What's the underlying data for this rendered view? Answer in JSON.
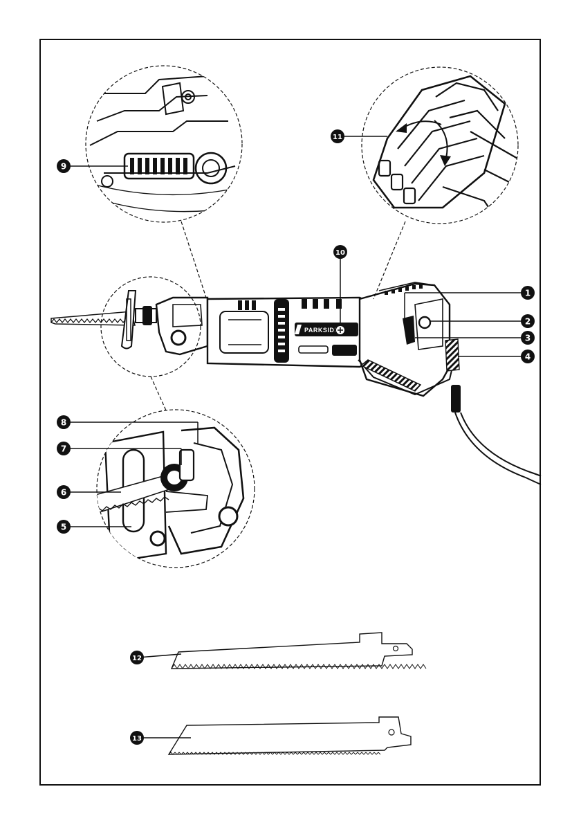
{
  "brand": "PARKSIDE",
  "callouts": [
    {
      "id": "1",
      "text": "1"
    },
    {
      "id": "2",
      "text": "2"
    },
    {
      "id": "3",
      "text": "3"
    },
    {
      "id": "4",
      "text": "4"
    },
    {
      "id": "5",
      "text": "5"
    },
    {
      "id": "6",
      "text": "6"
    },
    {
      "id": "7",
      "text": "7"
    },
    {
      "id": "8",
      "text": "8"
    },
    {
      "id": "9",
      "text": "9"
    },
    {
      "id": "10",
      "text": "10"
    },
    {
      "id": "11",
      "text": "11"
    },
    {
      "id": "12",
      "text": "12"
    },
    {
      "id": "13",
      "text": "13"
    }
  ]
}
